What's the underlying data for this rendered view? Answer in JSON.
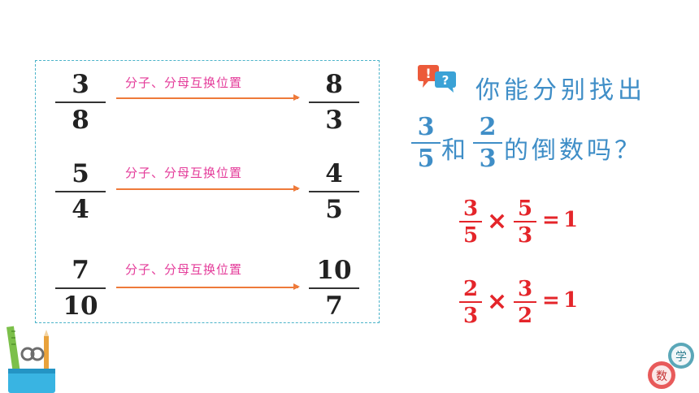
{
  "rows": [
    {
      "from_num": "3",
      "from_den": "8",
      "label": "分子、分母互换位置",
      "to_num": "8",
      "to_den": "3"
    },
    {
      "from_num": "5",
      "from_den": "4",
      "label": "分子、分母互换位置",
      "to_num": "4",
      "to_den": "5"
    },
    {
      "from_num": "7",
      "from_den": "10",
      "label": "分子、分母互换位置",
      "to_num": "10",
      "to_den": "7"
    }
  ],
  "question": {
    "line1": "你能分别找出",
    "frac_a_num": "3",
    "frac_a_den": "5",
    "conj": "和",
    "frac_b_num": "2",
    "frac_b_den": "3",
    "tail": "的倒数吗？"
  },
  "equations": [
    {
      "a_num": "3",
      "a_den": "5",
      "times": "×",
      "b_num": "5",
      "b_den": "3",
      "equals": "=",
      "result": "1"
    },
    {
      "a_num": "2",
      "a_den": "3",
      "times": "×",
      "b_num": "3",
      "b_den": "2",
      "equals": "=",
      "result": "1"
    }
  ],
  "icons": {
    "question_icon": "chat-bubbles-icon",
    "decor_left": "stationery-cup-icon",
    "decor_right": "math-gears-icon"
  },
  "gear_chars": {
    "top": "学",
    "bottom": "数"
  },
  "colors": {
    "border": "#4bb3c9",
    "pink": "#e43c9a",
    "orange": "#ee7a3a",
    "blue": "#3f8ec7",
    "red": "#e4252a"
  }
}
